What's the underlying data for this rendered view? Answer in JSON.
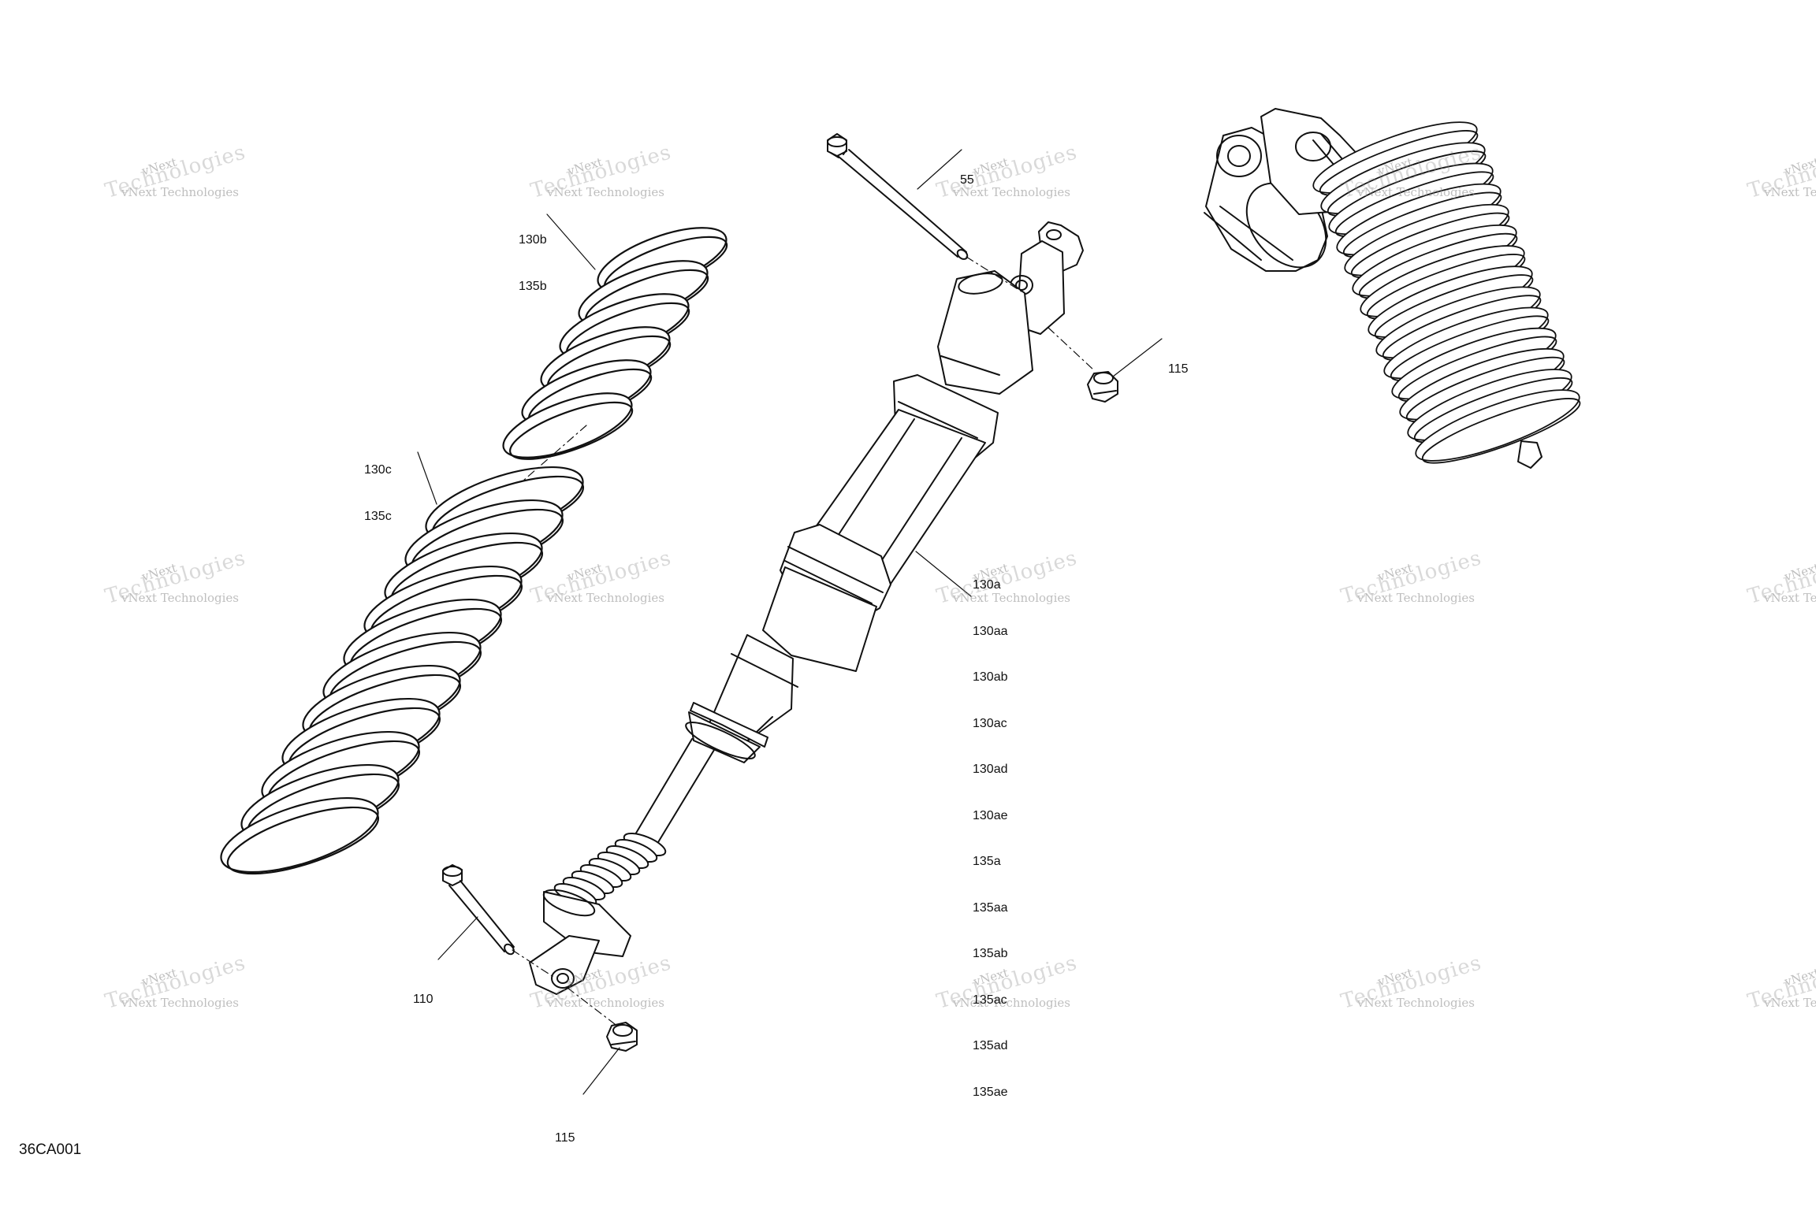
{
  "callouts": {
    "c55": [
      "55"
    ],
    "c115_top": [
      "115"
    ],
    "c130b": [
      "130b",
      "135b"
    ],
    "c130c": [
      "130c",
      "135c"
    ],
    "c130a": [
      "130a",
      "130aa",
      "130ab",
      "130ac",
      "130ad",
      "130ae",
      "135a",
      "135aa",
      "135ab",
      "135ac",
      "135ad",
      "135ae"
    ],
    "c110": [
      "110"
    ],
    "c115_bottom": [
      "115"
    ]
  },
  "figure_code": "36CA001",
  "watermark": {
    "line1": "vNext",
    "line2": "vNext Technologies",
    "line3": "Technologies"
  }
}
